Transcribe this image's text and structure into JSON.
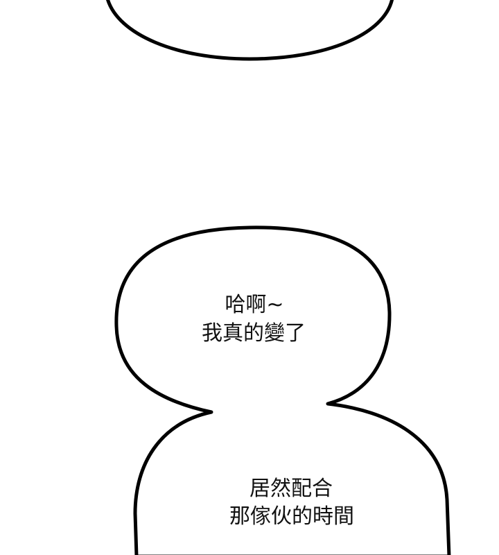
{
  "bubbles": [
    {
      "lines": []
    },
    {
      "lines": [
        "哈啊~",
        "我真的變了"
      ]
    },
    {
      "lines": [
        "居然配合",
        "那傢伙的時間"
      ]
    }
  ],
  "colors": {
    "background": "#ffffff",
    "outline": "#000000",
    "text": "#111111"
  }
}
